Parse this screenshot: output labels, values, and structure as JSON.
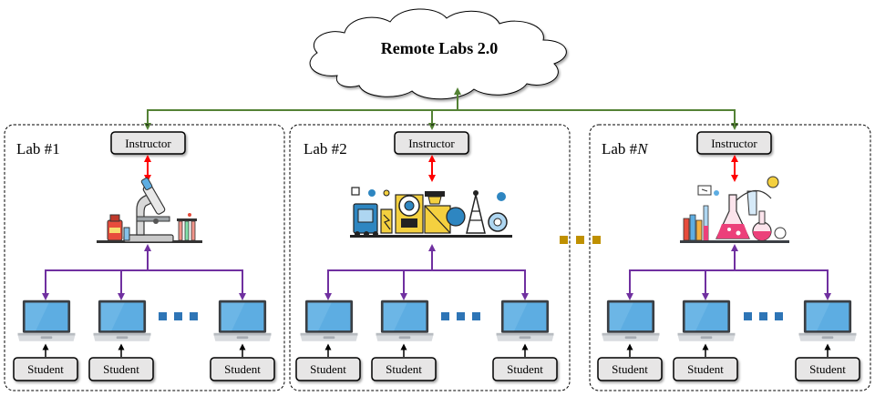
{
  "cloud": {
    "title": "Remote Labs 2.0"
  },
  "labs": [
    {
      "title": "Lab #1",
      "title_main": "Lab #",
      "title_suffix": "1",
      "suffix_italic": false,
      "instructor": "Instructor",
      "students": [
        "Student",
        "Student",
        "Student"
      ],
      "icon": "microscope-lab-icon"
    },
    {
      "title": "Lab #2",
      "title_main": "Lab #",
      "title_suffix": "2",
      "suffix_italic": false,
      "instructor": "Instructor",
      "students": [
        "Student",
        "Student",
        "Student"
      ],
      "icon": "physics-lab-icon"
    },
    {
      "title": "Lab #N",
      "title_main": "Lab #",
      "title_suffix": "N",
      "suffix_italic": true,
      "instructor": "Instructor",
      "students": [
        "Student",
        "Student",
        "Student"
      ],
      "icon": "chemistry-lab-icon"
    }
  ],
  "colors": {
    "cloud_link": "#548235",
    "instructor_link": "#ff0000",
    "student_link": "#7030a0",
    "ellipsis_between_labs": "#bf9000",
    "ellipsis_between_laptops": "#2e75b6",
    "laptop_screen": "#5dade2",
    "box_fill": "#e7e6e6"
  }
}
